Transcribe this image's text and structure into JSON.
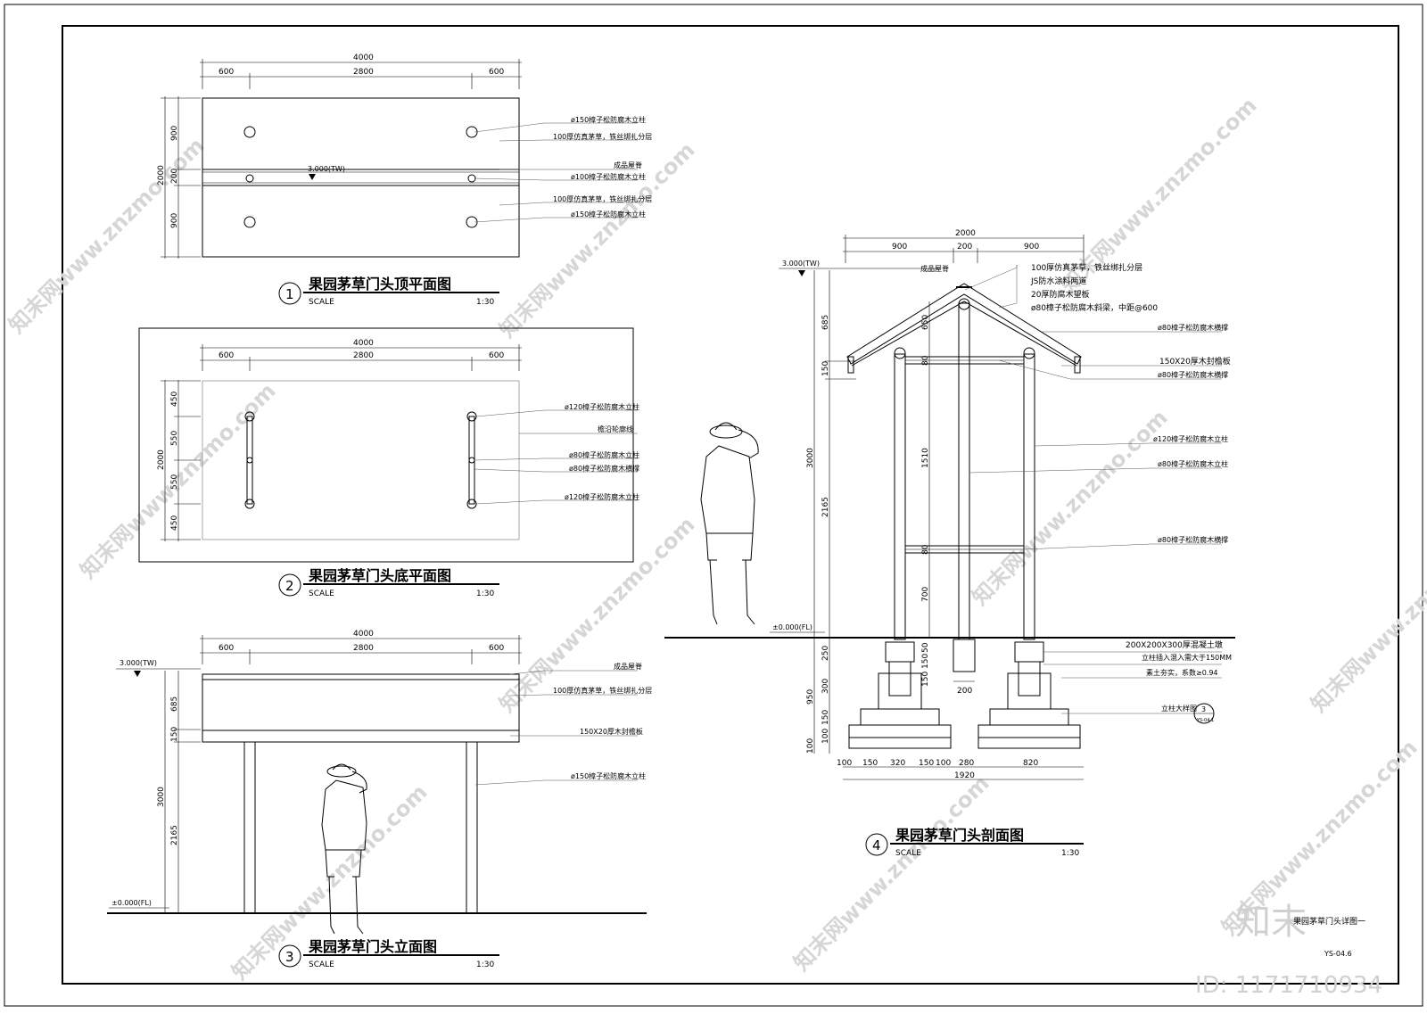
{
  "watermarks": {
    "site": "知末网www.znzmo.com",
    "brand": "知末",
    "id_text": "ID: 1171710934"
  },
  "sheet": {
    "title_block_name": "果园茅草门头详图一",
    "sheet_no": "YS-04.6"
  },
  "views": {
    "roof_plan": {
      "number": "1",
      "title": "果园茅草门头顶平面图",
      "scale_label": "SCALE",
      "scale": "1:30",
      "dims_top": {
        "total": "4000",
        "left": "600",
        "mid": "2800",
        "right": "600"
      },
      "dims_left": {
        "total": "2000",
        "a": "900",
        "b": "200",
        "c": "900"
      },
      "level": "3.000(TW)",
      "notes": [
        "ø150樟子松防腐木立柱",
        "100厚仿真茅草，铁丝绑扎分层",
        "成品屋脊",
        "ø100樟子松防腐木立柱",
        "100厚仿真茅草，铁丝绑扎分层",
        "ø150樟子松防腐木立柱"
      ]
    },
    "bottom_plan": {
      "number": "2",
      "title": "果园茅草门头底平面图",
      "scale_label": "SCALE",
      "scale": "1:30",
      "dims_top": {
        "total": "4000",
        "left": "600",
        "mid": "2800",
        "right": "600"
      },
      "dims_left": {
        "total": "2000",
        "a": "450",
        "b": "550",
        "c": "550",
        "d": "450"
      },
      "notes": [
        "ø120樟子松防腐木立柱",
        "檐沿轮廓线",
        "ø80樟子松防腐木立柱",
        "ø80樟子松防腐木横撑",
        "ø120樟子松防腐木立柱"
      ]
    },
    "elevation": {
      "number": "3",
      "title": "果园茅草门头立面图",
      "scale_label": "SCALE",
      "scale": "1:30",
      "dims_top": {
        "total": "4000",
        "left": "600",
        "mid": "2800",
        "right": "600"
      },
      "dims_left": {
        "total": "3000",
        "a": "685",
        "b": "150",
        "c": "2165"
      },
      "level_top": "3.000(TW)",
      "level_ground": "±0.000(FL)",
      "notes": [
        "成品屋脊",
        "100厚仿真茅草，铁丝绑扎分层",
        "150X20厚木封檐板",
        "ø150樟子松防腐木立柱"
      ]
    },
    "section": {
      "number": "4",
      "title": "果园茅草门头剖面图",
      "scale_label": "SCALE",
      "scale": "1:30",
      "dims_top": {
        "total": "2000",
        "left": "900",
        "mid": "200",
        "right": "900"
      },
      "dims_left": {
        "total": "3000",
        "a": "685",
        "b": "150",
        "c": "2165",
        "d": "950"
      },
      "dims_left_foot": [
        "250",
        "300",
        "150",
        "100",
        "100"
      ],
      "dims_inner": [
        "650",
        "80",
        "1510",
        "80",
        "700"
      ],
      "dims_inner_foot": [
        "50",
        "150",
        "150"
      ],
      "dims_bottom": [
        "100",
        "150",
        "320",
        "150",
        "100",
        "280",
        "820"
      ],
      "dims_bottom_total": "1920",
      "dim_200": "200",
      "level_top": "3.000(TW)",
      "level_ground": "±0.000(FL)",
      "top_notes": [
        "成品屋脊",
        "100厚仿真茅草，铁丝绑扎分层",
        "JS防水涂料两道",
        "20厚防腐木望板",
        "ø80樟子松防腐木斜梁，中距@600"
      ],
      "notes": [
        "ø80樟子松防腐木横撑",
        "150X20厚木封檐板",
        "ø80樟子松防腐木横撑",
        "ø120樟子松防腐木立柱",
        "ø80樟子松防腐木立柱",
        "ø80樟子松防腐木横撑",
        "200X200X300厚混凝土墩",
        "立柱插入混入需大于150MM",
        "素土夯实，系数≥0.94",
        "立柱大样图"
      ],
      "detail_ref": {
        "num": "3",
        "sheet": "YS-04.1"
      }
    }
  }
}
